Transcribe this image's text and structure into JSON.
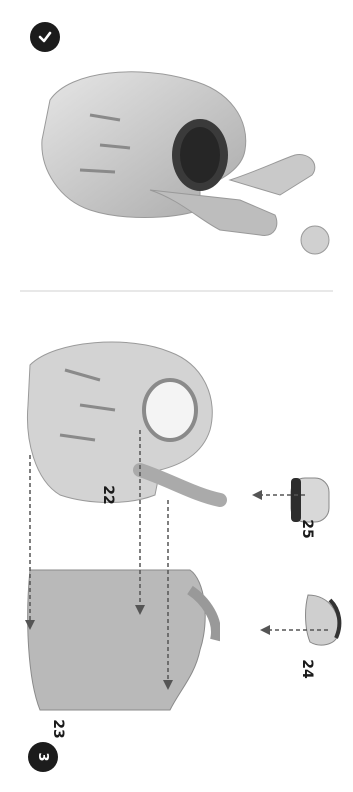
{
  "step_top": {
    "icon": "check-icon"
  },
  "step_bottom": {
    "label": "3"
  },
  "parts": {
    "p22": "22",
    "p23": "23",
    "p24": "24",
    "p25": "25"
  },
  "colors": {
    "badge": "#1c1c1c",
    "figure_light": "#dcdcdc",
    "figure_mid": "#bdbdbd",
    "figure_dark": "#8f8f8f",
    "arrow": "#555555"
  }
}
